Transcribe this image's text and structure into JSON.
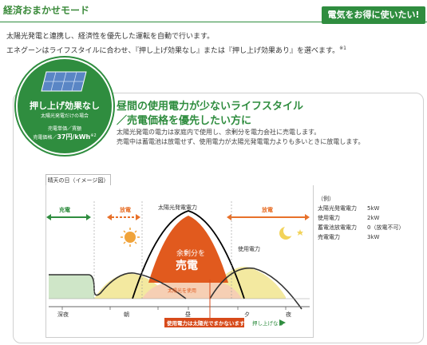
{
  "header": {
    "title": "経済おまかせモード",
    "badge": "電気をお得に使いたい!"
  },
  "intro": {
    "line1": "太陽光発電と連携し、経済性を優先した運転を自動で行います。",
    "line2": "エネグーンはライフスタイルに合わせ、『押し上げ効果なし』または『押し上げ効果あり』を選べます。",
    "line2_note": "※1"
  },
  "badge_circle": {
    "heading": "押し上げ効果なし",
    "sub": "太陽光発電だけの場合",
    "note_line1": "売電単価／賃額",
    "note_line2_prefix": "売電価格／",
    "note_line2_value": "37円/kWh",
    "note_line2_mark": "※2"
  },
  "lead": {
    "line1": "昼間の使用電力が少ないライフスタイル",
    "line2": "／売電価格を優先したい方に"
  },
  "description": {
    "line1": "太陽光発電の電力は家庭内で使用し、余剰分を電力会社に売電します。",
    "line2": "売電中は蓄電池は放電せず、使用電力が太陽光発電電力よりも多いときに放電します。"
  },
  "chart": {
    "tab_label": "晴天の日（イメージ図）",
    "labels": {
      "charge": "充電",
      "discharge_am": "放電",
      "solar_power": "太陽光発電電力",
      "discharge_pm": "放電",
      "surplus_line1": "余剰分を",
      "surplus_line2": "売電",
      "usage": "使用電力",
      "self_use": "太陽光を使用",
      "callout": "使用電力は太陽光でまかないます",
      "push_up": "押し上げなし"
    },
    "x_ticks": [
      "深夜",
      "朝",
      "昼",
      "夕",
      "夜"
    ],
    "colors": {
      "green": "#2f8d3f",
      "orange": "#e8712a",
      "sell": "#e15a1e",
      "usage": "#f3e9a0",
      "charge": "#cfe6c8",
      "callout": "#d74a1a"
    }
  },
  "legend": {
    "title": "（例）",
    "rows": [
      {
        "label": "太陽光発電電力",
        "value": "5kW"
      },
      {
        "label": "使用電力",
        "value": "2kW"
      },
      {
        "label": "蓄電池放電電力",
        "value": "0（放電不可）"
      },
      {
        "label": "売電電力",
        "value": "3kW"
      }
    ]
  }
}
